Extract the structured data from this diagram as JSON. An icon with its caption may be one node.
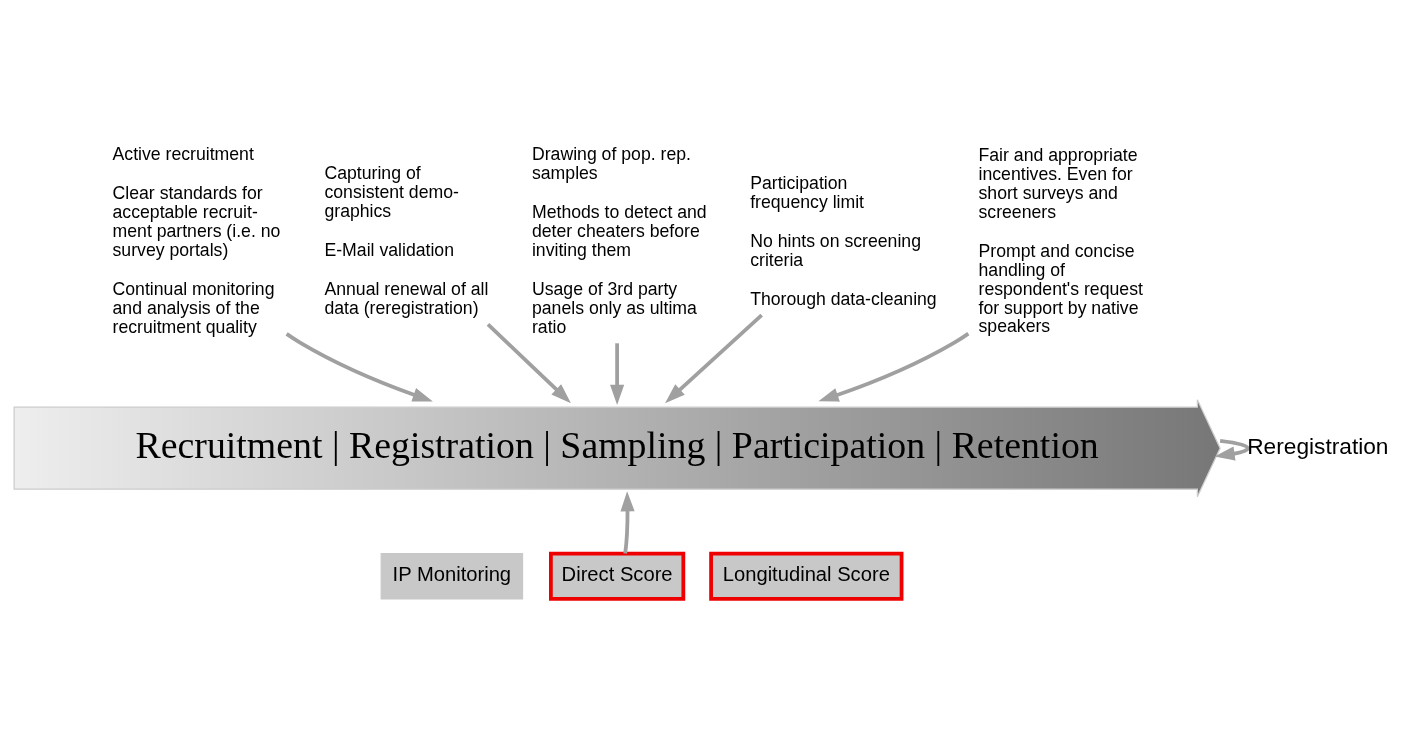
{
  "diagram": {
    "nodes": [
      {
        "text": [
          "Active recruitment",
          "Clear standards for acceptable recruit-ment partners (i.e. no survey portals)",
          "Continual monitoring and analysis of the recruitment quality"
        ]
      },
      {
        "text": [
          "Capturing of consistent demo-graphics",
          "E-Mail validation",
          "Annual renewal of all data (reregistration)"
        ]
      },
      {
        "text": [
          "Drawing of pop. rep. samples",
          "Methods to detect and deter cheaters before inviting them",
          "Usage of 3rd party panels only as ultima ratio"
        ]
      },
      {
        "text": [
          "Participation frequency limit",
          "No hints on screening criteria",
          "Thorough data-cleaning"
        ]
      },
      {
        "text": [
          "Fair and appropriate incentives. Even for short surveys and screeners",
          "Prompt and concise handling of respondent's request for support by native speakers"
        ]
      },
      {
        "text": [
          "Recruitment | Registration | Sampling | Participation | Retention"
        ]
      },
      {
        "text": [
          "IP Monitoring"
        ]
      },
      {
        "text": [
          "Direct Score"
        ]
      },
      {
        "text": [
          "Longitudinal Score"
        ]
      }
    ],
    "edges": [
      {
        "from": 0,
        "to": 5,
        "arrow": "to"
      },
      {
        "from": 1,
        "to": 5,
        "arrow": "to"
      },
      {
        "from": 2,
        "to": 5,
        "arrow": "to"
      },
      {
        "from": 3,
        "to": 5,
        "arrow": "to"
      },
      {
        "from": 4,
        "to": 5,
        "arrow": "to"
      },
      {
        "from": 7,
        "to": 5,
        "arrow": "to"
      },
      {
        "from": 5,
        "to": 5,
        "arrow": "to",
        "label": "Reregistration"
      }
    ]
  }
}
